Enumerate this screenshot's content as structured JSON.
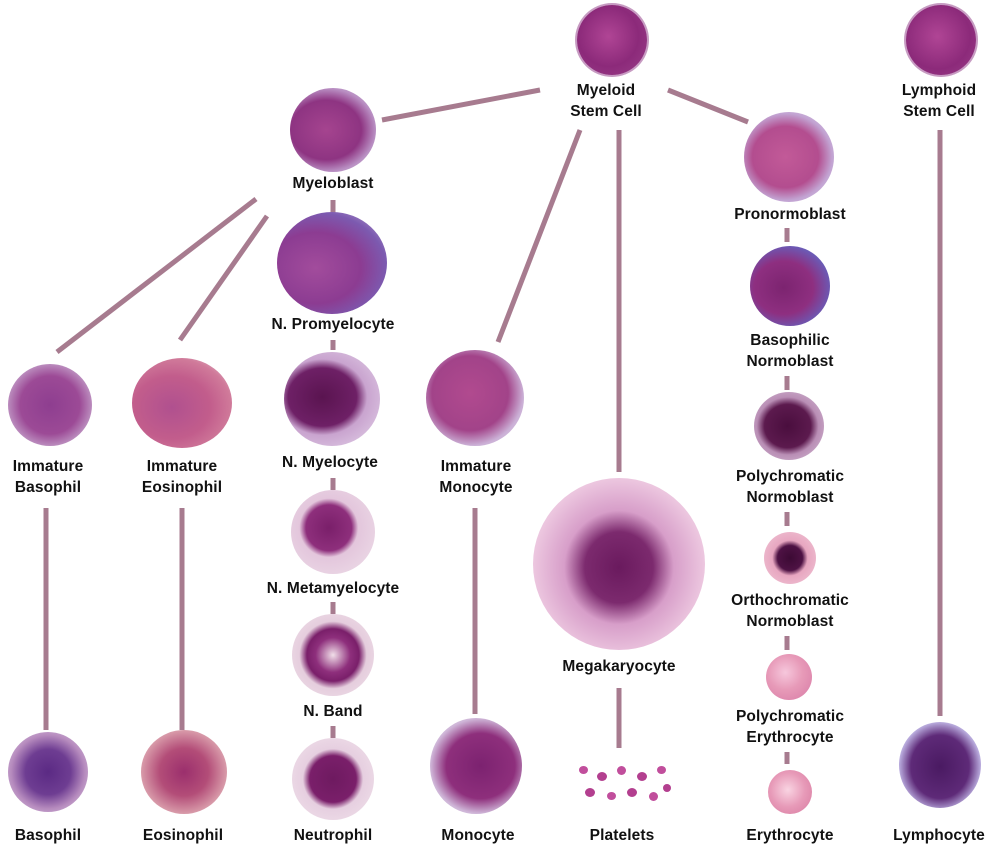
{
  "cells": {
    "myeloid_stem_cell": [
      "Myeloid",
      "Stem Cell"
    ],
    "lymphoid_stem_cell": [
      "Lymphoid",
      "Stem Cell"
    ],
    "myeloblast": [
      "Myeloblast"
    ],
    "n_promyelocyte": [
      "N. Promyelocyte"
    ],
    "n_myelocyte": [
      "N. Myelocyte"
    ],
    "n_metamyelocyte": [
      "N. Metamyelocyte"
    ],
    "n_band": [
      "N. Band"
    ],
    "neutrophil": [
      "Neutrophil"
    ],
    "immature_basophil": [
      "Immature",
      "Basophil"
    ],
    "basophil": [
      "Basophil"
    ],
    "immature_eosinophil": [
      "Immature",
      "Eosinophil"
    ],
    "eosinophil": [
      "Eosinophil"
    ],
    "immature_monocyte": [
      "Immature",
      "Monocyte"
    ],
    "monocyte": [
      "Monocyte"
    ],
    "megakaryocyte": [
      "Megakaryocyte"
    ],
    "platelets": [
      "Platelets"
    ],
    "pronormoblast": [
      "Pronormoblast"
    ],
    "basophilic_normoblast": [
      "Basophilic",
      "Normoblast"
    ],
    "polychromatic_normoblast": [
      "Polychromatic",
      "Normoblast"
    ],
    "orthochromatic_normoblast": [
      "Orthochromatic",
      "Normoblast"
    ],
    "polychromatic_erythrocyte": [
      "Polychromatic",
      "Erythrocyte"
    ],
    "erythrocyte": [
      "Erythrocyte"
    ],
    "lymphocyte": [
      "Lymphocyte"
    ]
  },
  "colors": {
    "connector": "#a77b8f",
    "nucleus_purple": "#7a1f6a",
    "cytoplasm_lilac": "#d9c3dc",
    "erythrocyte_pink": "#e79ab8"
  }
}
